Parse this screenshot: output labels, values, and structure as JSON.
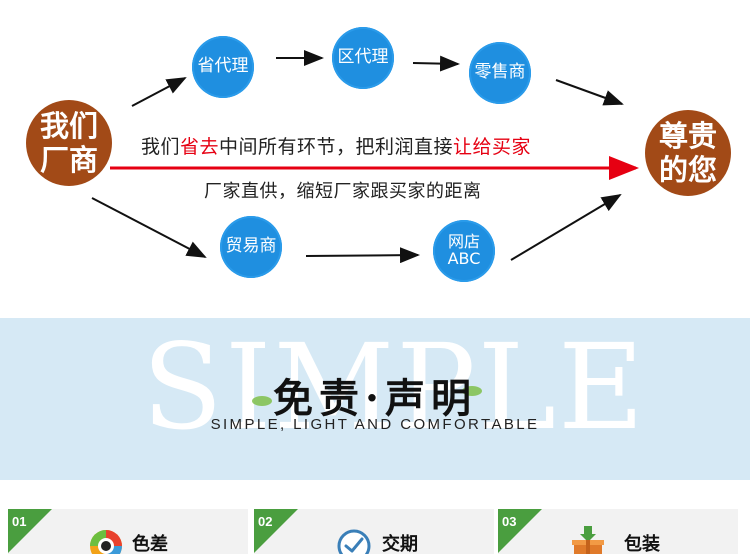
{
  "flow": {
    "factory": [
      "我们",
      "厂商"
    ],
    "customer": [
      "尊贵",
      "的您"
    ],
    "top_nodes": [
      {
        "label": [
          "省代理"
        ]
      },
      {
        "label": [
          "区代理"
        ]
      },
      {
        "label": [
          "零售商"
        ]
      }
    ],
    "bottom_nodes": [
      {
        "label": [
          "贸易商"
        ]
      },
      {
        "label": [
          "网店",
          "ABC"
        ]
      }
    ],
    "message_main": {
      "part1": "我们",
      "part2": "省去",
      "part3": "中间所有环节，把利润直接",
      "part4": "让给买家"
    },
    "message_sub": "厂家直供，缩短厂家跟买家的距离"
  },
  "banner": {
    "watermark": "SIMPLE",
    "title": "免责·声明",
    "subtitle": "SIMPLE, LIGHT AND COMFORTABLE"
  },
  "cards": [
    {
      "number": "01",
      "label": "色差",
      "icon": "camera-lens-icon"
    },
    {
      "number": "02",
      "label": "交期",
      "icon": "clock-icon"
    },
    {
      "number": "03",
      "label": "包装",
      "icon": "package-box-icon"
    }
  ],
  "colors": {
    "node_blue": "#1f8fe0",
    "brand_brown": "#a24a17",
    "highlight_red": "#e60012",
    "banner_blue": "#d6e9f5",
    "card_green": "#4a9e3f"
  }
}
